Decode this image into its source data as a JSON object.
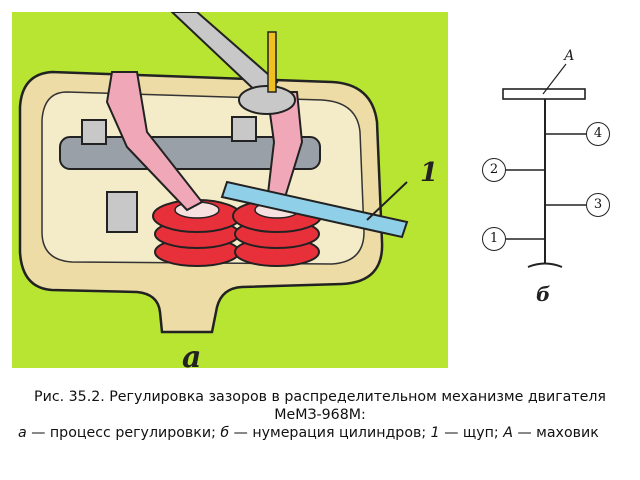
{
  "figure_a": {
    "label": "а",
    "tool_label": "1"
  },
  "figure_b": {
    "label": "б",
    "flywheel_label": "А",
    "cylinders": [
      "1",
      "2",
      "3",
      "4"
    ]
  },
  "caption": {
    "title": "Рис. 35.2. Регулировка зазоров в распределительном механизме двигателя МеМЗ-968М:",
    "legend": [
      {
        "key": "а",
        "text": " — процесс регулировки; "
      },
      {
        "key": "б",
        "text": " — нумерация цилиндров; "
      },
      {
        "key": "1",
        "text": " — щуп; "
      },
      {
        "key": "А",
        "text": " — маховик"
      }
    ]
  },
  "colors": {
    "background": "#b7e532",
    "housing": "#eedca6",
    "spring": "#e8303a",
    "rocker": "#f0a8b8",
    "feeler": "#8fd0e8"
  }
}
